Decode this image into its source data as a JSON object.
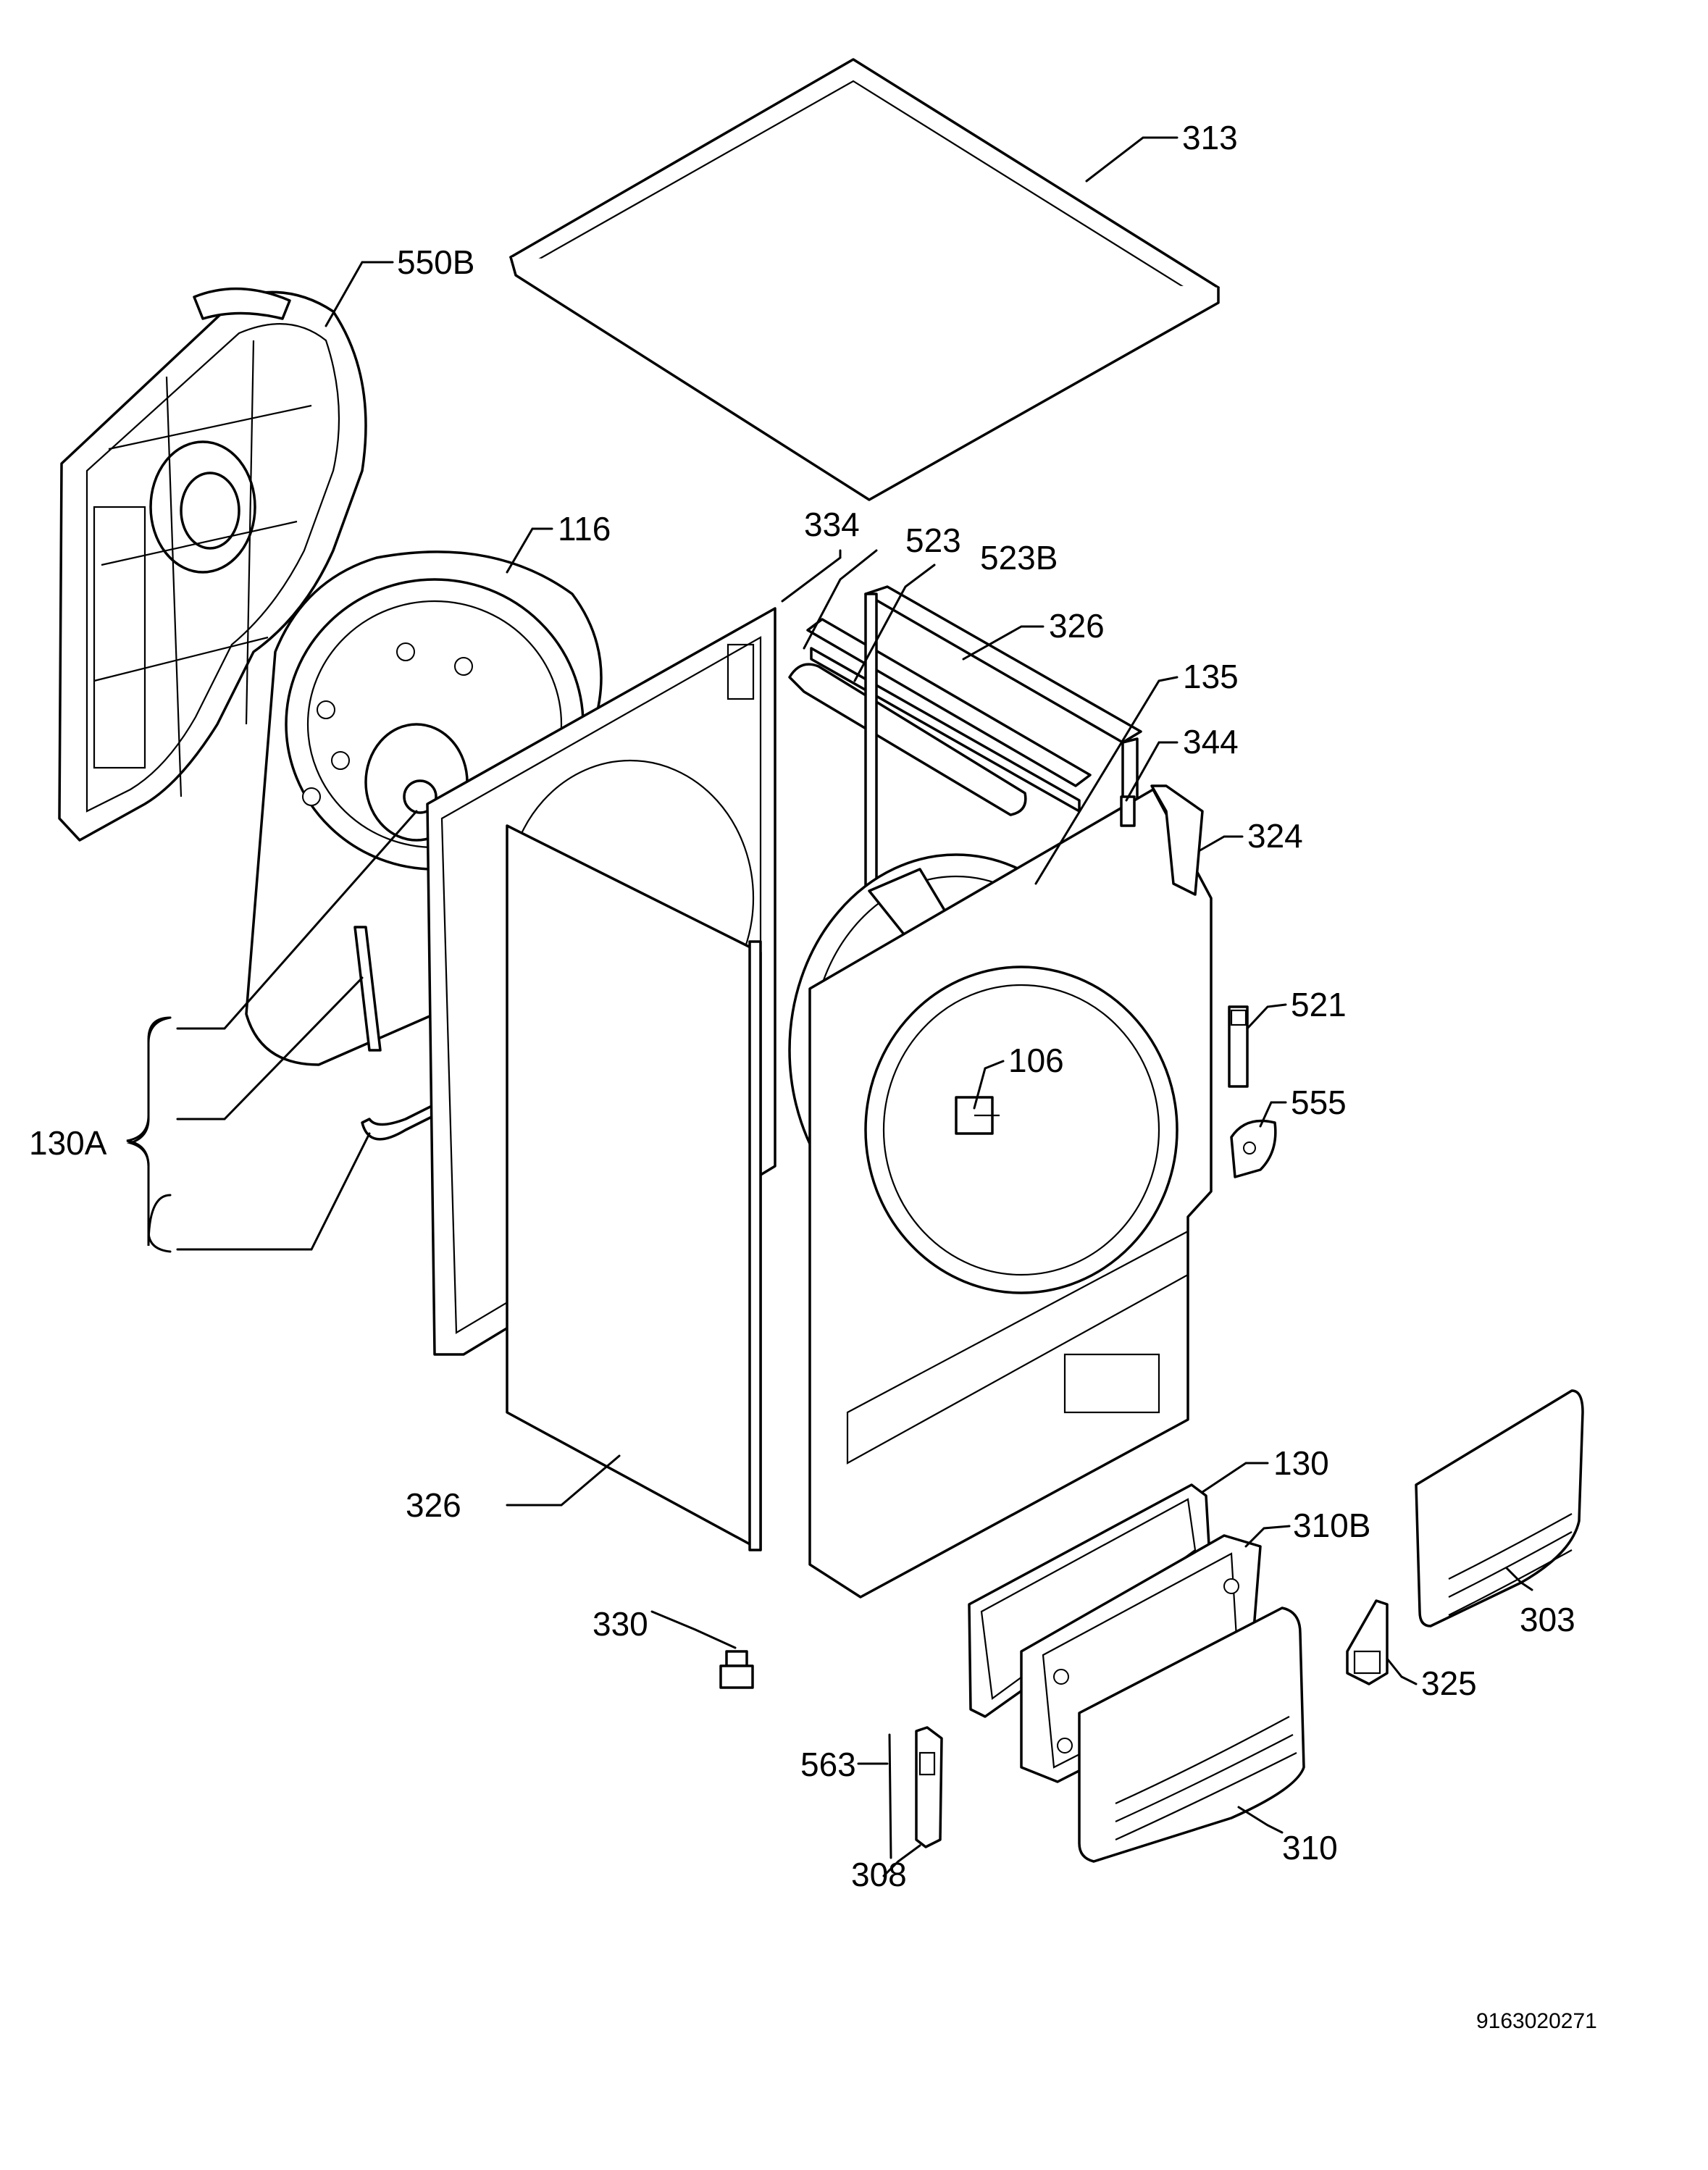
{
  "labels": {
    "l313": "313",
    "l550B": "550B",
    "l116": "116",
    "l334": "334",
    "l523": "523",
    "l523B": "523B",
    "l326top": "326",
    "l135": "135",
    "l344": "344",
    "l324": "324",
    "l521": "521",
    "l555": "555",
    "l106": "106",
    "l130A": "130A",
    "l326": "326",
    "l130": "130",
    "l310B": "310B",
    "l303": "303",
    "l330": "330",
    "l325": "325",
    "l563": "563",
    "l308": "308",
    "l310": "310"
  },
  "drawing_number": "9163020271"
}
